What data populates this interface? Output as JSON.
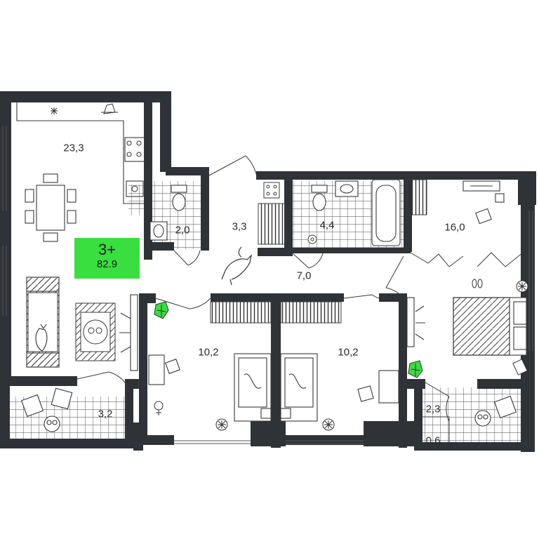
{
  "floorplan": {
    "badge": {
      "rooms": "3+",
      "area": "82.9",
      "color": "#39df3f"
    },
    "rooms": [
      {
        "id": "kitchen-living",
        "area": "23,3"
      },
      {
        "id": "bathroom-small",
        "area": "2,0"
      },
      {
        "id": "entry-hall",
        "area": "3,3"
      },
      {
        "id": "bathroom",
        "area": "4,4"
      },
      {
        "id": "bedroom-master",
        "area": "16,0"
      },
      {
        "id": "corridor",
        "area": "7,0"
      },
      {
        "id": "bedroom-left",
        "area": "10,2"
      },
      {
        "id": "bedroom-middle",
        "area": "10,2"
      },
      {
        "id": "balcony-left",
        "area": "3,2"
      },
      {
        "id": "balcony-right",
        "area": "2,3"
      },
      {
        "id": "balcony-right-storage",
        "area": "0,6"
      }
    ],
    "colors": {
      "wall": "#2f3237",
      "line": "#3a3a3a",
      "tile": "#4a4a4a",
      "plant": "#39df3f"
    },
    "icons": [
      "fan-icon",
      "kettle-icon",
      "stove-icon",
      "sink-icon",
      "toilet-icon",
      "bathtub-icon",
      "washing-machine-icon",
      "wardrobe-icon",
      "bed-icon",
      "sofa-icon",
      "dining-table-icon",
      "tv-icon",
      "cat-icon",
      "dog-icon",
      "plant-icon",
      "desk-icon",
      "chair-icon",
      "slippers-icon",
      "radiator-icon",
      "ball-icon"
    ]
  }
}
